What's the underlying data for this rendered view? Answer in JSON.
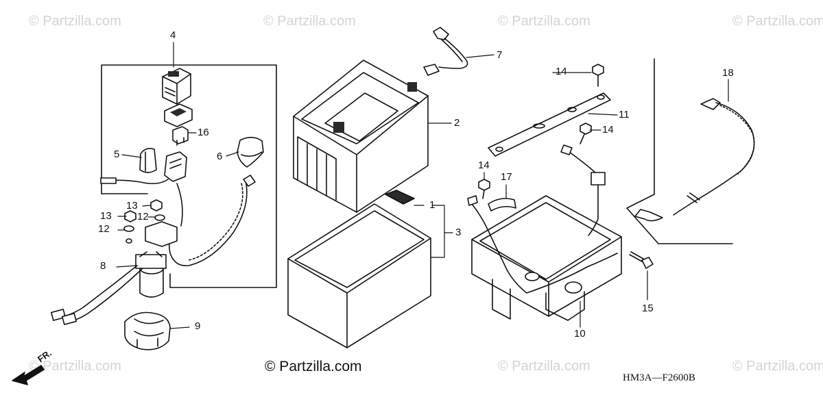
{
  "watermark": "© Partzilla.com",
  "main_watermark": "© Partzilla.com",
  "diagram_code": "HM3A—F2600B",
  "direction_label": "FR.",
  "callouts": [
    "1",
    "2",
    "3",
    "4",
    "5",
    "6",
    "7",
    "8",
    "9",
    "10",
    "11",
    "12",
    "12",
    "13",
    "13",
    "14",
    "14",
    "14",
    "15",
    "16",
    "17",
    "18"
  ],
  "colors": {
    "line": "#111111",
    "watermark": "#d4d4d4",
    "part_fill": "#ffffff",
    "dark_fill": "#2a2a2a"
  }
}
